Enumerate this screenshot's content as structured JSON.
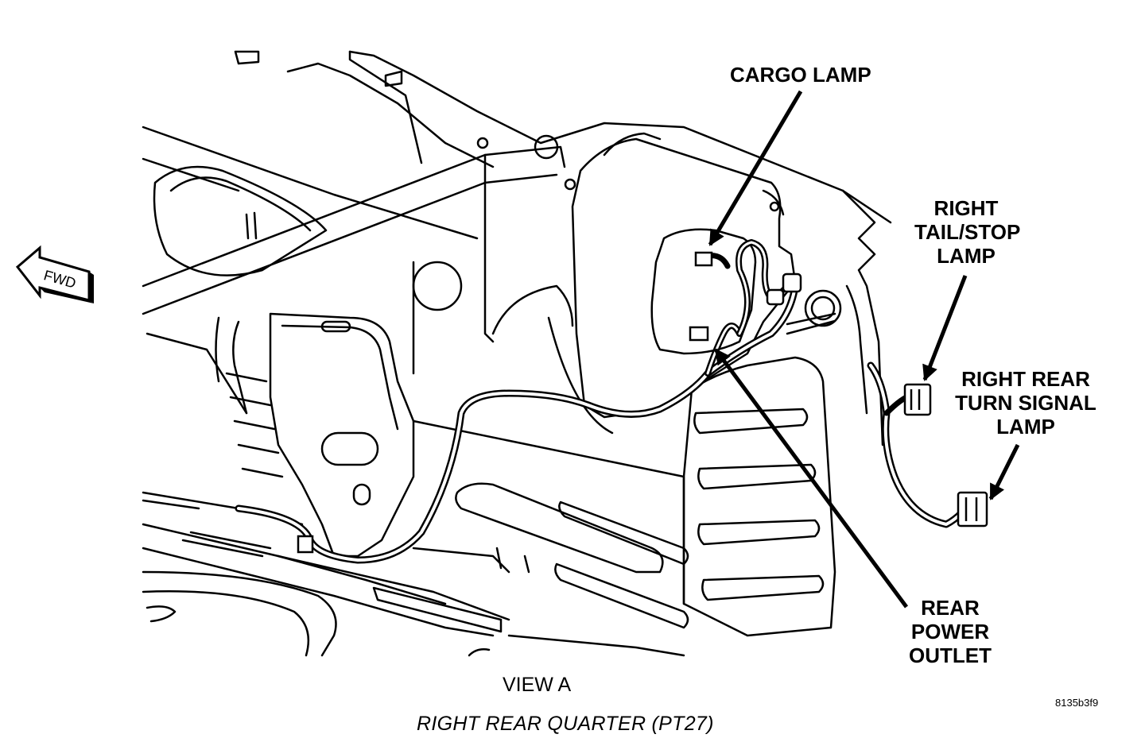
{
  "labels": {
    "cargo_lamp": "CARGO LAMP",
    "tail_stop": [
      "RIGHT",
      "TAIL/STOP",
      "LAMP"
    ],
    "turn_signal": [
      "RIGHT REAR",
      "TURN SIGNAL",
      "LAMP"
    ],
    "power_outlet": [
      "REAR",
      "POWER",
      "OUTLET"
    ],
    "fwd_arrow": "FWD"
  },
  "view_title": "VIEW A",
  "caption": "RIGHT REAR QUARTER (PT27)",
  "figure_id": "8135b3f9"
}
